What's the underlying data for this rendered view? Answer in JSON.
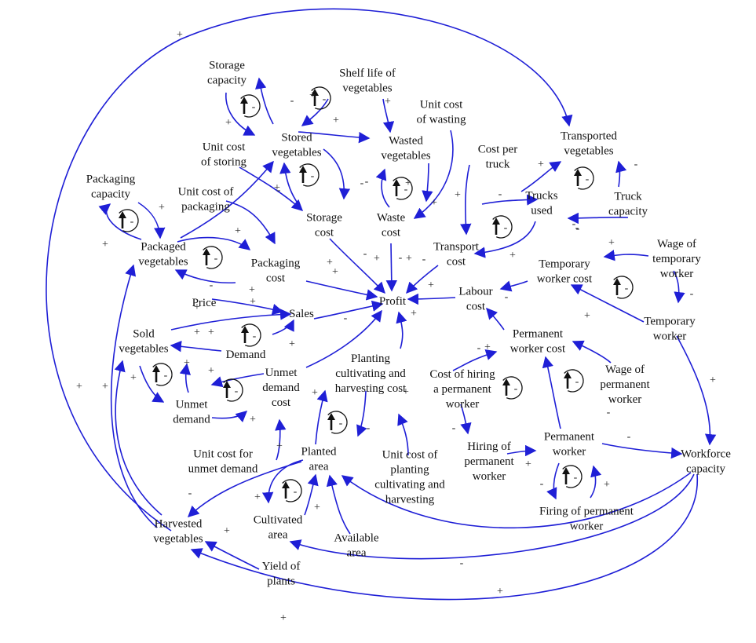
{
  "colors": {
    "link": "#1f1fd6",
    "text": "#111111",
    "loop": "#111111",
    "background": "#ffffff"
  },
  "nodes": [
    {
      "id": "storage_capacity",
      "lines": [
        "Storage",
        "capacity"
      ]
    },
    {
      "id": "shelf_life",
      "lines": [
        "Shelf life of",
        "vegetables"
      ]
    },
    {
      "id": "stored_vegetables",
      "lines": [
        "Stored",
        "vegetables"
      ]
    },
    {
      "id": "unit_cost_wasting",
      "lines": [
        "Unit cost",
        "of wasting"
      ]
    },
    {
      "id": "wasted_vegetables",
      "lines": [
        "Wasted",
        "vegetables"
      ]
    },
    {
      "id": "transported_vegetables",
      "lines": [
        "Transported",
        "vegetables"
      ]
    },
    {
      "id": "cost_per_truck",
      "lines": [
        "Cost per",
        "truck"
      ]
    },
    {
      "id": "unit_cost_storing",
      "lines": [
        "Unit cost",
        "of storing"
      ]
    },
    {
      "id": "packaging_capacity",
      "lines": [
        "Packaging",
        "capacity"
      ]
    },
    {
      "id": "unit_cost_packaging",
      "lines": [
        "Unit cost of",
        "packaging"
      ]
    },
    {
      "id": "storage_cost",
      "lines": [
        "Storage",
        "cost"
      ]
    },
    {
      "id": "waste_cost",
      "lines": [
        "Waste",
        "cost"
      ]
    },
    {
      "id": "trucks_used",
      "lines": [
        "Trucks",
        "used"
      ]
    },
    {
      "id": "truck_capacity",
      "lines": [
        "Truck",
        "capacity"
      ]
    },
    {
      "id": "packaged_vegetables",
      "lines": [
        "Packaged",
        "vegetables"
      ]
    },
    {
      "id": "packaging_cost",
      "lines": [
        "Packaging",
        "cost"
      ]
    },
    {
      "id": "transport_cost",
      "lines": [
        "Transport",
        "cost"
      ]
    },
    {
      "id": "wage_temporary",
      "lines": [
        "Wage of",
        "temporary",
        "worker"
      ]
    },
    {
      "id": "temporary_worker_cost",
      "lines": [
        "Temporary",
        "worker cost"
      ]
    },
    {
      "id": "price",
      "lines": [
        "Price"
      ]
    },
    {
      "id": "profit",
      "lines": [
        "Profit"
      ]
    },
    {
      "id": "labour_cost",
      "lines": [
        "Labour",
        "cost"
      ]
    },
    {
      "id": "sales",
      "lines": [
        "Sales"
      ]
    },
    {
      "id": "temporary_worker",
      "lines": [
        "Temporary",
        "worker"
      ]
    },
    {
      "id": "sold_vegetables",
      "lines": [
        "Sold",
        "vegetables"
      ]
    },
    {
      "id": "demand",
      "lines": [
        "Demand"
      ]
    },
    {
      "id": "permanent_worker_cost",
      "lines": [
        "Permanent",
        "worker cost"
      ]
    },
    {
      "id": "planting_cost",
      "lines": [
        "Planting",
        "cultivating and",
        "harvesting cost"
      ]
    },
    {
      "id": "unmet_demand_cost",
      "lines": [
        "Unmet",
        "demand",
        "cost"
      ]
    },
    {
      "id": "wage_permanent",
      "lines": [
        "Wage of",
        "permanent",
        "worker"
      ]
    },
    {
      "id": "cost_hiring",
      "lines": [
        "Cost of hiring",
        "a permanent",
        "worker"
      ]
    },
    {
      "id": "unmet_demand",
      "lines": [
        "Unmet",
        "demand"
      ]
    },
    {
      "id": "permanent_worker",
      "lines": [
        "Permanent",
        "worker"
      ]
    },
    {
      "id": "hiring_permanent",
      "lines": [
        "Hiring of",
        "permanent",
        "worker"
      ]
    },
    {
      "id": "workforce_capacity",
      "lines": [
        "Workforce",
        "capacity"
      ]
    },
    {
      "id": "unit_cost_unmet",
      "lines": [
        "Unit cost for",
        "unmet demand"
      ]
    },
    {
      "id": "planted_area",
      "lines": [
        "Planted",
        "area"
      ]
    },
    {
      "id": "unit_cost_planting",
      "lines": [
        "Unit cost of",
        "planting",
        "cultivating and",
        "harvesting"
      ]
    },
    {
      "id": "firing_permanent",
      "lines": [
        "Firing of permanent",
        "worker"
      ]
    },
    {
      "id": "harvested_vegetables",
      "lines": [
        "Harvested",
        "vegetables"
      ]
    },
    {
      "id": "cultivated_area",
      "lines": [
        "Cultivated",
        "area"
      ]
    },
    {
      "id": "available_area",
      "lines": [
        "Available",
        "area"
      ]
    },
    {
      "id": "yield_plants",
      "lines": [
        "Yield of",
        "plants"
      ]
    }
  ],
  "signs": [
    "+",
    "+",
    "-",
    "+",
    "+",
    "-",
    "+",
    "+",
    "-",
    "+",
    "-",
    "+",
    "+",
    "+",
    "+",
    "-",
    "-",
    "+",
    "-",
    "+",
    "+",
    "+",
    "+",
    "+",
    "-",
    "-",
    "-",
    "-",
    "-",
    "+",
    "+",
    "-",
    "+",
    "+",
    "-",
    "+",
    "+",
    "-",
    "-",
    "-",
    "-",
    "+",
    "-",
    "+",
    "+",
    "-",
    "+",
    "+",
    "+",
    "+",
    "+",
    "+",
    "+",
    "-",
    "+",
    "-",
    "+",
    "+",
    "+",
    "-",
    "+",
    "+",
    "+",
    "+",
    "-",
    "+",
    "+",
    "+",
    "+",
    "+"
  ],
  "loops": [
    "balancing",
    "balancing",
    "balancing",
    "balancing",
    "balancing",
    "balancing",
    "balancing",
    "balancing",
    "balancing",
    "balancing",
    "balancing",
    "balancing",
    "balancing",
    "balancing",
    "balancing",
    "balancing",
    "balancing"
  ]
}
